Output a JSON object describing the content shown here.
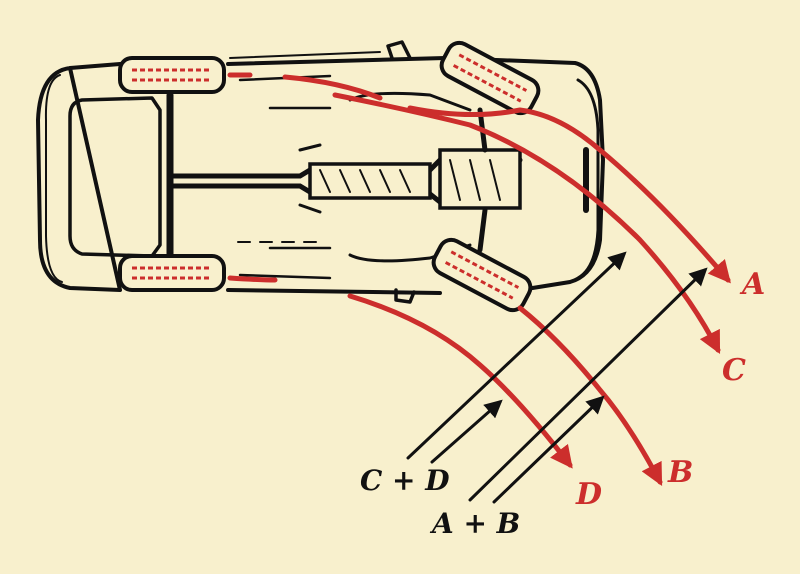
{
  "colors": {
    "background": "#f8f0cd",
    "trajectory": "#cc2e2c",
    "force": "#111111",
    "outline": "#111111"
  },
  "labels": {
    "a": "A",
    "b": "B",
    "c": "C",
    "d": "D",
    "cd": "C + D",
    "ab": "A + B"
  }
}
